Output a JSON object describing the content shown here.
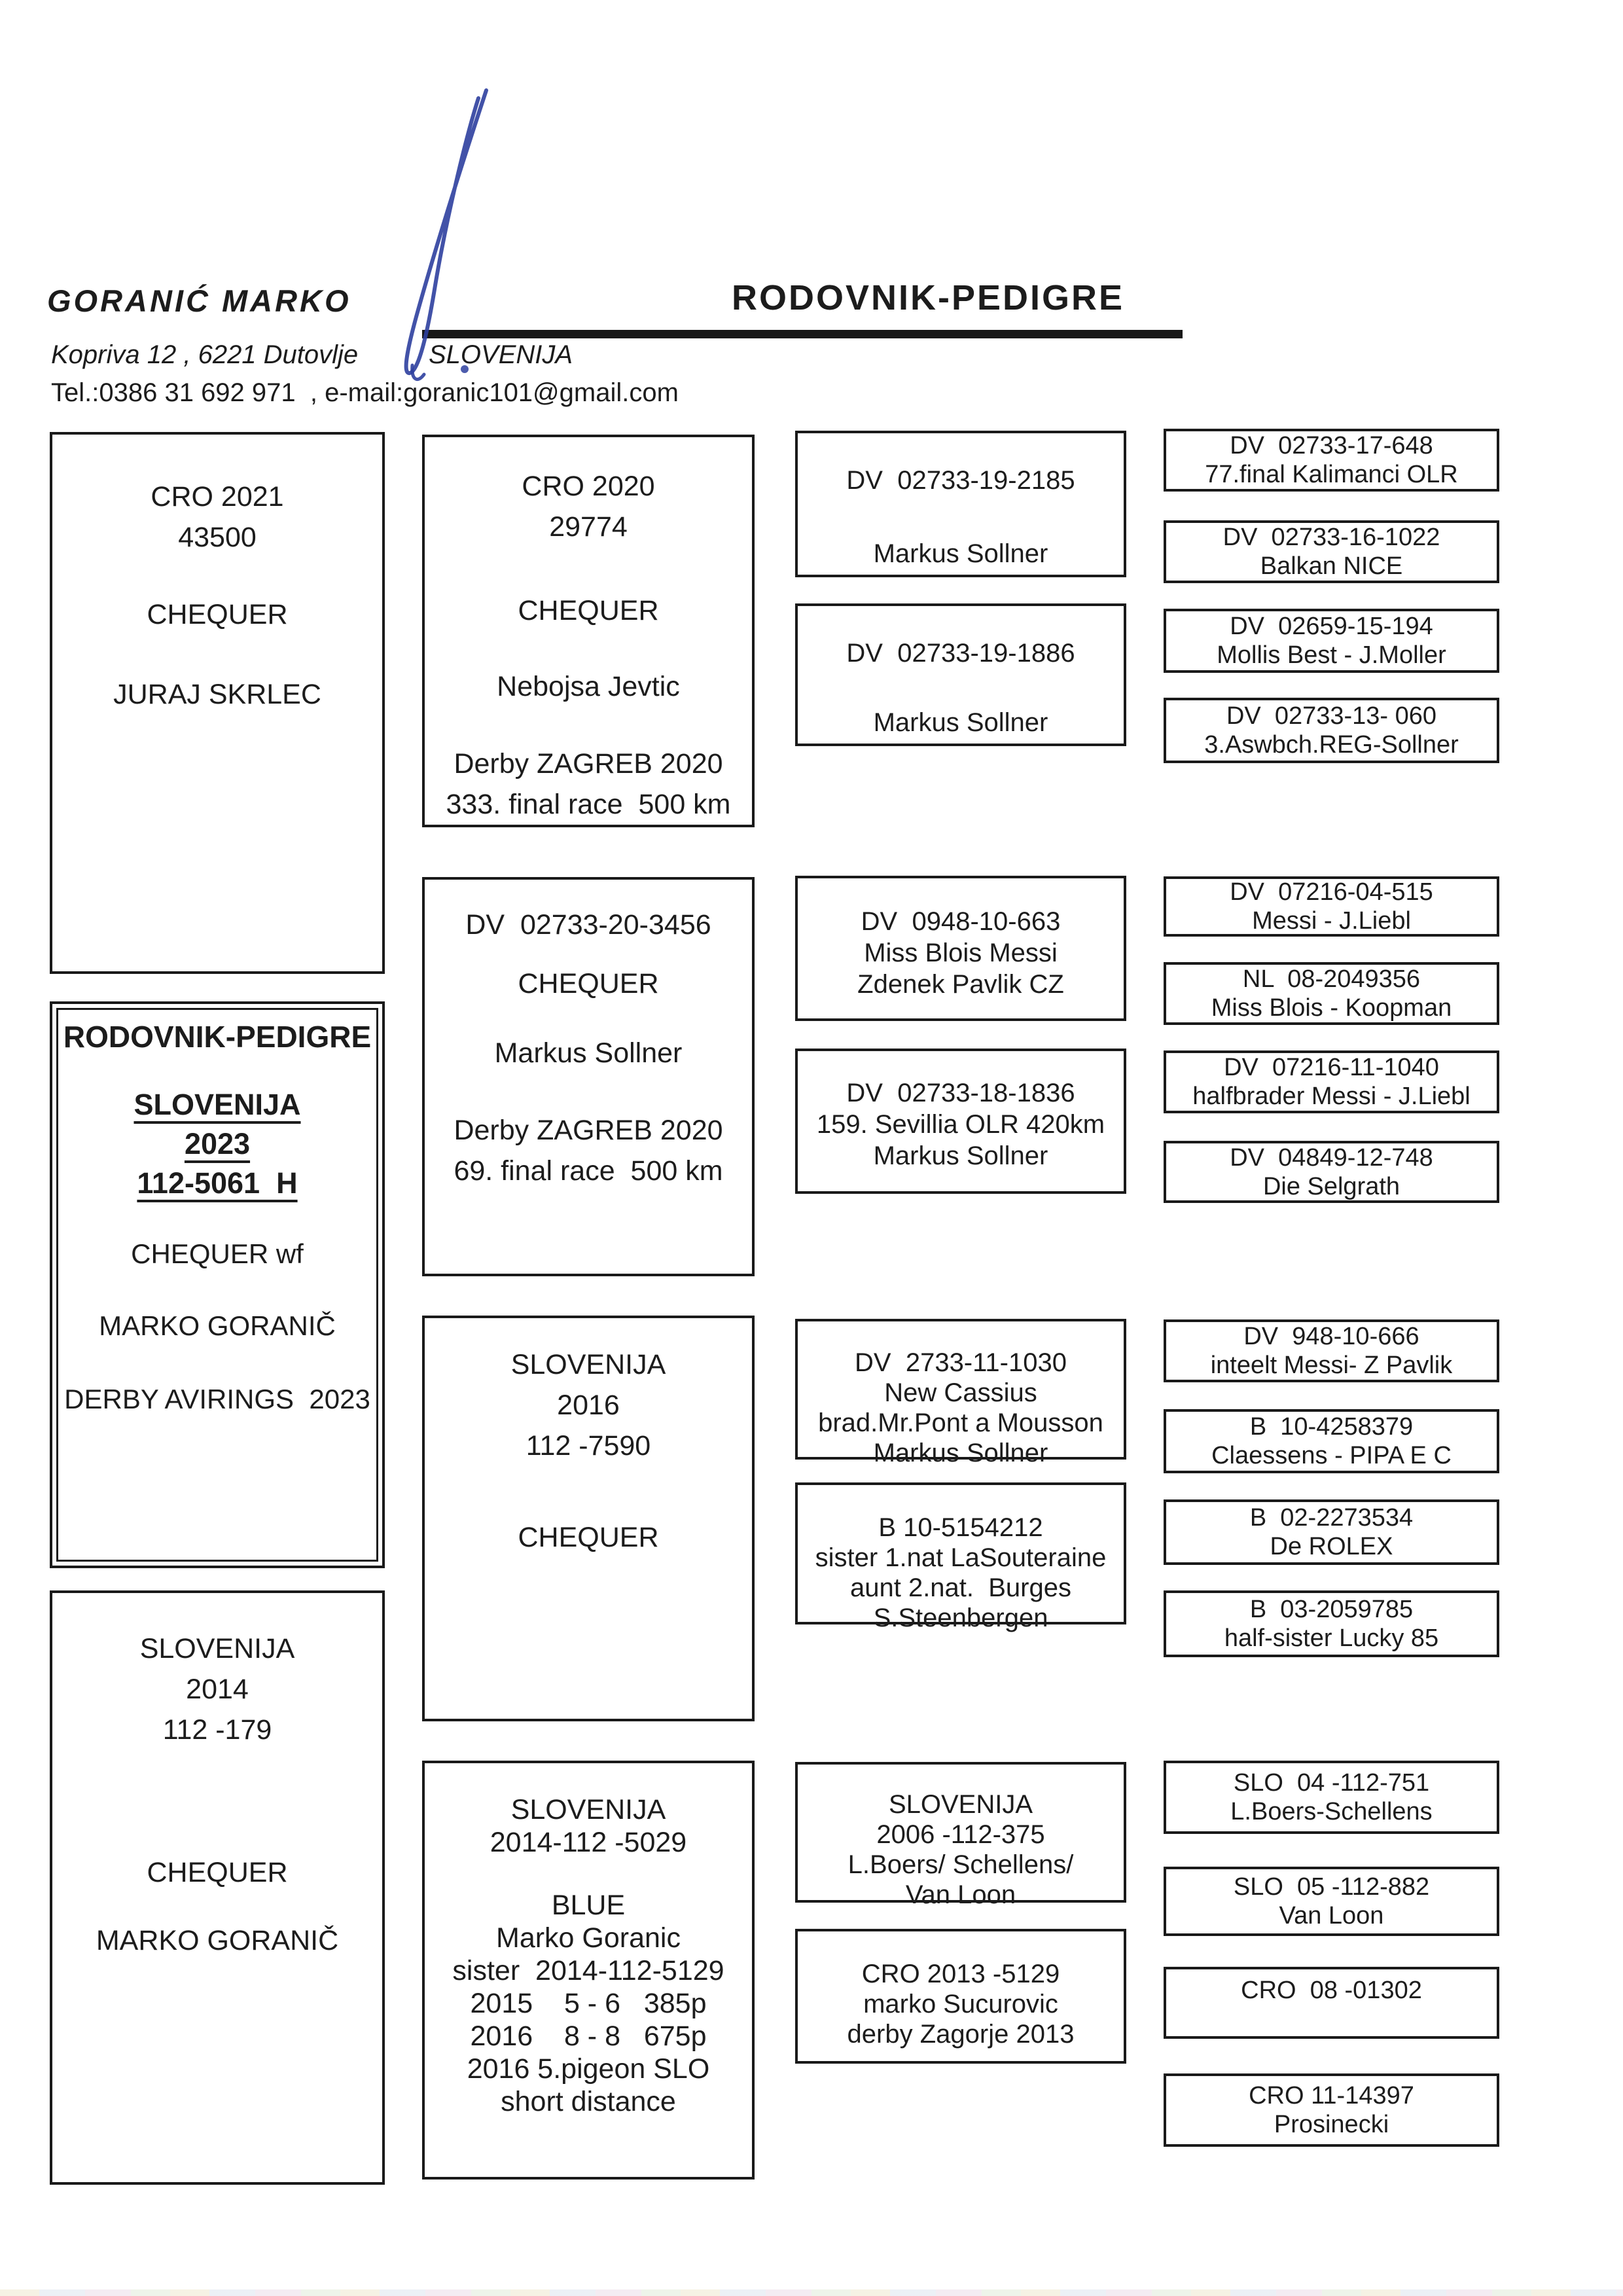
{
  "colors": {
    "ink": "#1c1c1c",
    "signature_blue": "#2e3f9f"
  },
  "header": {
    "owner": "GORANIĆ MARKO",
    "title": "RODOVNIK-PEDIGRE",
    "address": "Kopriva 12 , 6221 Dutovlje",
    "country": "SLOVENIJA",
    "contact": "Tel.:0386 31 692 971  , e-mail:goranic101@gmail.com"
  },
  "boxes": {
    "father": [
      "CRO 2021",
      "43500",
      "CHEQUER",
      "JURAJ SKRLEC"
    ],
    "subject": [
      "RODOVNIK-PEDIGRE",
      "SLOVENIJA",
      "2023",
      "112-5061  H",
      "CHEQUER wf",
      "MARKO GORANIČ",
      "DERBY AVIRINGS  2023"
    ],
    "mother": [
      "SLOVENIJA",
      "2014",
      "112 -179",
      "CHEQUER",
      "MARKO GORANIČ"
    ],
    "ff": [
      "CRO 2020",
      "29774",
      "CHEQUER",
      "Nebojsa Jevtic",
      "Derby ZAGREB 2020",
      "333. final race  500 km"
    ],
    "fm": [
      "DV  02733-20-3456",
      "CHEQUER",
      "Markus Sollner",
      "Derby ZAGREB 2020",
      "69. final race  500 km"
    ],
    "mf": [
      "SLOVENIJA",
      "2016",
      "112 -7590",
      "CHEQUER"
    ],
    "mm": [
      "SLOVENIJA",
      "2014-112 -5029",
      "BLUE",
      "Marko Goranic",
      "sister  2014-112-5129",
      "2015    5 - 6   385p",
      "2016    8 - 8   675p",
      "2016 5.pigeon SLO",
      "short distance"
    ],
    "fff": [
      "DV  02733-19-2185",
      "Markus Sollner"
    ],
    "ffm": [
      "DV  02733-19-1886",
      "Markus Sollner"
    ],
    "fmf": [
      "DV  0948-10-663",
      "Miss Blois Messi",
      "Zdenek Pavlik CZ"
    ],
    "fmm": [
      "DV  02733-18-1836",
      "159. Sevillia OLR 420km",
      "Markus Sollner"
    ],
    "mff": [
      "DV  2733-11-1030",
      "New Cassius",
      "brad.Mr.Pont a Mousson",
      "Markus Sollner"
    ],
    "mfm": [
      "B 10-5154212",
      "sister 1.nat LaSouteraine",
      "aunt 2.nat.  Burges",
      "S.Steenbergen"
    ],
    "mmf": [
      "SLOVENIJA",
      "2006 -112-375",
      "L.Boers/ Schellens/",
      "Van Loon"
    ],
    "mmm": [
      "CRO 2013 -5129",
      "marko Sucurovic",
      "derby Zagorje 2013"
    ],
    "g4": [
      [
        "DV  02733-17-648",
        "77.final Kalimanci OLR"
      ],
      [
        "DV  02733-16-1022",
        "Balkan NICE"
      ],
      [
        "DV  02659-15-194",
        "Mollis Best - J.Moller"
      ],
      [
        "DV  02733-13- 060",
        "3.Aswbch.REG-Sollner"
      ],
      [
        "DV  07216-04-515",
        "Messi - J.Liebl"
      ],
      [
        "NL  08-2049356",
        "Miss Blois - Koopman"
      ],
      [
        "DV  07216-11-1040",
        "halfbrader Messi - J.Liebl"
      ],
      [
        "DV  04849-12-748",
        "Die Selgrath"
      ],
      [
        "DV  948-10-666",
        "inteelt Messi- Z Pavlik"
      ],
      [
        "B  10-4258379",
        "Claessens - PIPA E C"
      ],
      [
        "B  02-2273534",
        "De ROLEX"
      ],
      [
        "B  03-2059785",
        "half-sister Lucky 85"
      ],
      [
        "SLO  04 -112-751",
        "L.Boers-Schellens"
      ],
      [
        "SLO  05 -112-882",
        "Van Loon"
      ],
      [
        "CRO  08 -01302",
        ""
      ],
      [
        "CRO 11-14397",
        "Prosinecki"
      ]
    ]
  }
}
